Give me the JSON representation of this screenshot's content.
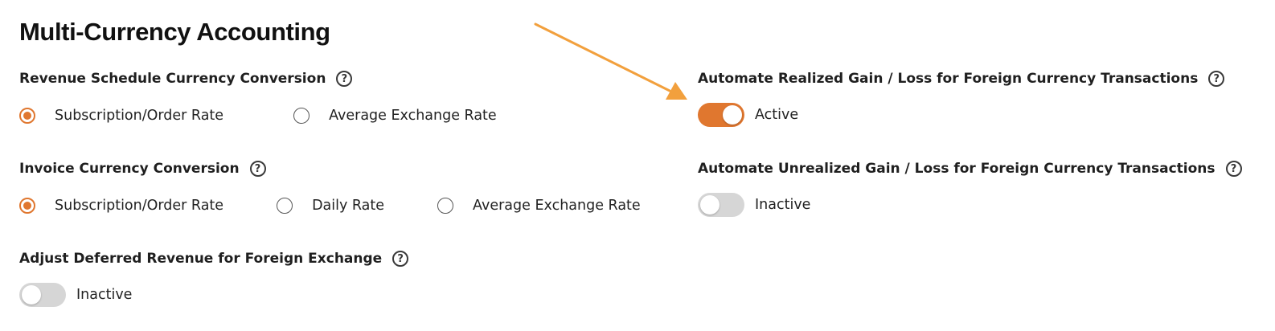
{
  "page": {
    "title": "Multi-Currency Accounting"
  },
  "colors": {
    "accent": "#e0772f",
    "toggle_off": "#d6d6d6",
    "arrow": "#f2a03d"
  },
  "revenue_schedule": {
    "label": "Revenue Schedule Currency Conversion",
    "help_icon": "?",
    "options": [
      {
        "label": "Subscription/Order Rate",
        "selected": true
      },
      {
        "label": "Average Exchange Rate",
        "selected": false
      }
    ]
  },
  "invoice_currency": {
    "label": "Invoice Currency Conversion",
    "help_icon": "?",
    "options": [
      {
        "label": "Subscription/Order Rate",
        "selected": true
      },
      {
        "label": "Daily Rate",
        "selected": false
      },
      {
        "label": "Average Exchange Rate",
        "selected": false
      }
    ]
  },
  "adjust_deferred": {
    "label": "Adjust Deferred Revenue for Foreign Exchange",
    "help_icon": "?",
    "toggle": {
      "on": false,
      "status": "Inactive"
    }
  },
  "realized_gain_loss": {
    "label": "Automate Realized Gain / Loss for Foreign Currency Transactions",
    "help_icon": "?",
    "toggle": {
      "on": true,
      "status": "Active"
    }
  },
  "unrealized_gain_loss": {
    "label": "Automate Unrealized Gain / Loss for Foreign Currency Transactions",
    "help_icon": "?",
    "toggle": {
      "on": false,
      "status": "Inactive"
    }
  },
  "annotation": {
    "icon": "arrow-pointer-icon"
  }
}
